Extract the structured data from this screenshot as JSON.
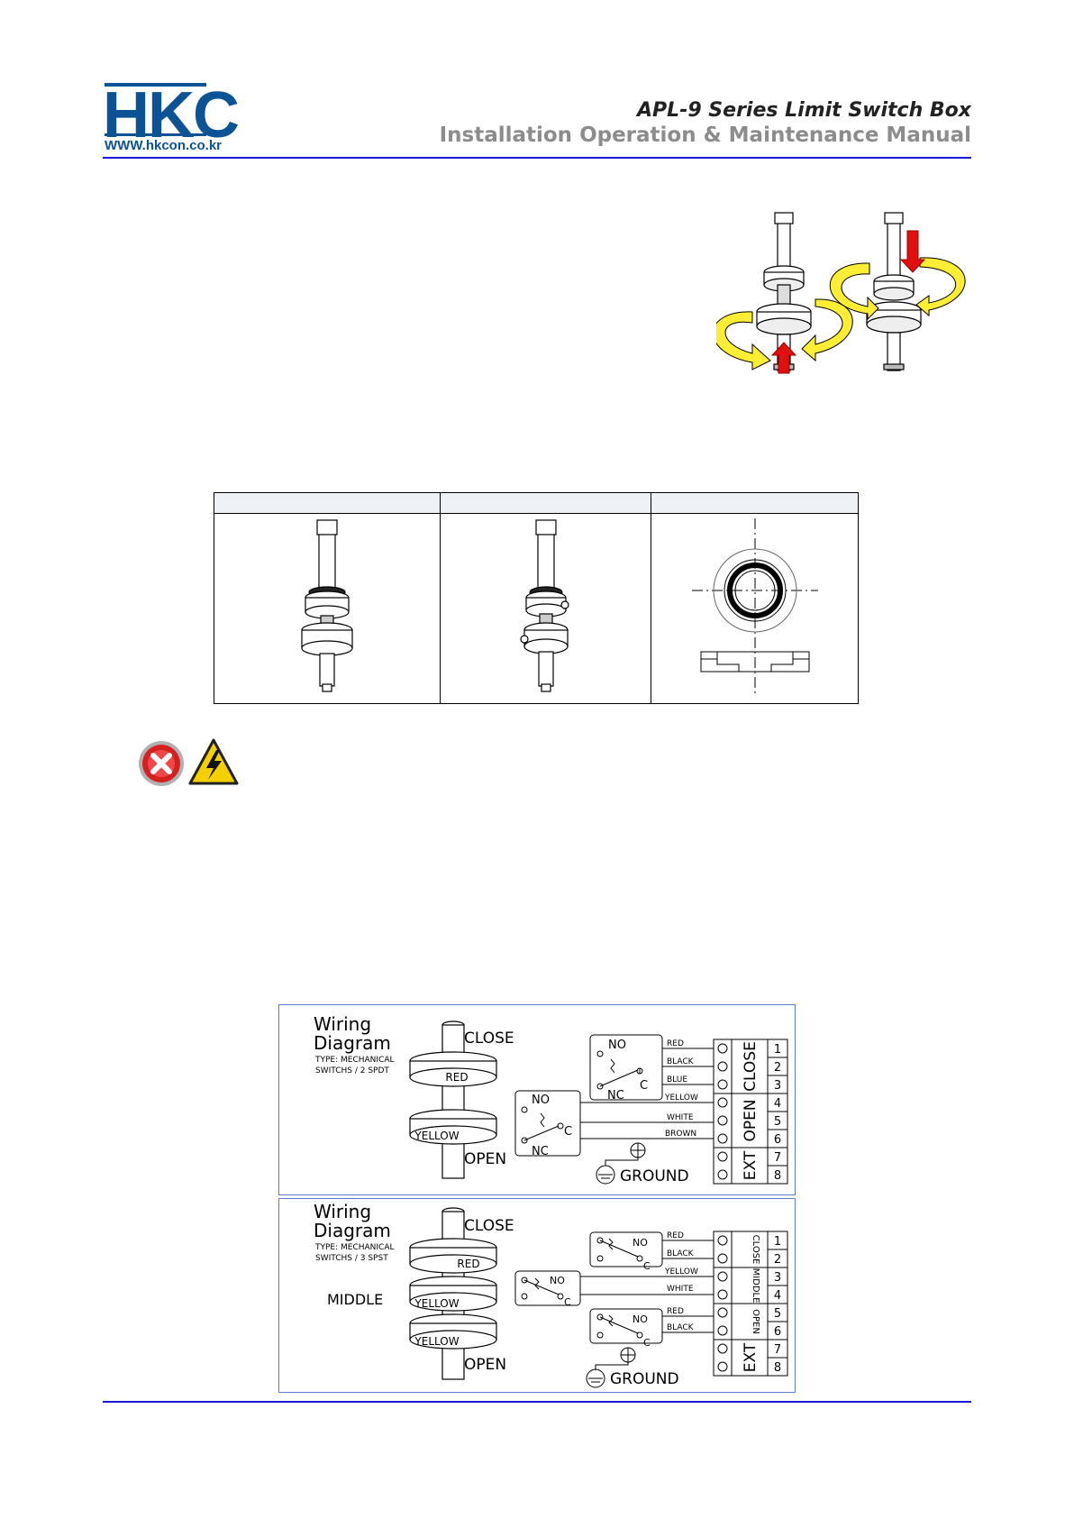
{
  "header": {
    "logo": "HKC",
    "website": "WWW.hkcon.co.kr",
    "title": "APL-9 Series Limit Switch Box",
    "subtitle": "Installation Operation & Maintenance Manual"
  },
  "icons": [
    "prohibition-icon",
    "high-voltage-warning-icon"
  ],
  "wiring_diagram_1": {
    "title_line1": "Wiring",
    "title_line2": "Diagram",
    "type_line1": "TYPE: MECHANICAL",
    "type_line2": "SWITCHS  /  2 SPDT",
    "cam_close_label": "CLOSE",
    "cam_open_label": "OPEN",
    "cam_red": "RED",
    "cam_yellow": "YELLOW",
    "switch_no": "NO",
    "switch_nc": "NC",
    "switch_c": "C",
    "wires": [
      "RED",
      "BLACK",
      "BLUE",
      "YELLOW",
      "WHITE",
      "BROWN"
    ],
    "groups": [
      "CLOSE",
      "OPEN",
      "EXT"
    ],
    "terminals": [
      "1",
      "2",
      "3",
      "4",
      "5",
      "6",
      "7",
      "8"
    ],
    "ground": "GROUND"
  },
  "wiring_diagram_2": {
    "title_line1": "Wiring",
    "title_line2": "Diagram",
    "type_line1": "TYPE: MECHANICAL",
    "type_line2": "SWITCHS  /  3 SPST",
    "cam_close_label": "CLOSE",
    "cam_middle_label": "MIDDLE",
    "cam_open_label": "OPEN",
    "cam_red": "RED",
    "cam_yellow": "YELLOW",
    "switch_no": "NO",
    "switch_c": "C",
    "wires": [
      "RED",
      "BLACK",
      "YELLOW",
      "WHITE",
      "RED",
      "BLACK"
    ],
    "groups": [
      "CLOSE",
      "MIDDLE",
      "OPEN",
      "EXT"
    ],
    "terminals": [
      "1",
      "2",
      "3",
      "4",
      "5",
      "6",
      "7",
      "8"
    ],
    "ground": "GROUND"
  }
}
